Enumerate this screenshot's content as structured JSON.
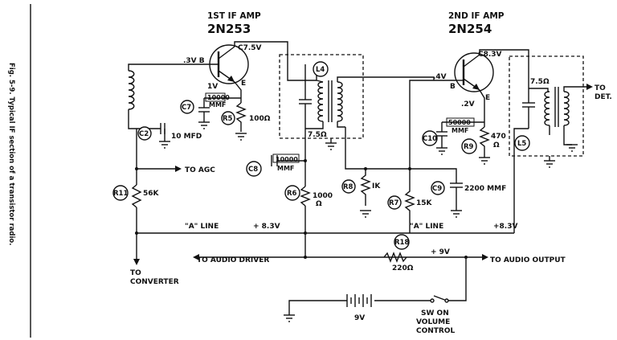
{
  "figure": {
    "caption": "Fig. 5-9. Typical IF section of a transistor radio."
  },
  "stage1": {
    "title": "1ST IF AMP",
    "part": "2N253"
  },
  "stage2": {
    "title": "2ND IF AMP",
    "part": "2N254"
  },
  "voltages": {
    "q1_base": ".3V B",
    "q1_collector": "C7.5V",
    "q1_emitter": "1V",
    "q1_e": "E",
    "q2_collector": "C8.3V",
    "q2_base": ".4V",
    "q2_b": "B",
    "q2_emitter": ".2V",
    "q2_e": "E"
  },
  "components": {
    "c2": {
      "ref": "C2",
      "value": "10 MFD"
    },
    "c7": {
      "ref": "C7",
      "value1": "10000",
      "value2": "MMF"
    },
    "r5": {
      "ref": "R5",
      "value": "100Ω"
    },
    "l4": {
      "ref": "L4",
      "value": "7.5Ω"
    },
    "c8": {
      "ref": "C8",
      "value1": "10000",
      "value2": "MMF"
    },
    "r6": {
      "ref": "R6",
      "value1": "1000",
      "value2": "Ω"
    },
    "r11": {
      "ref": "R11",
      "value": "56K"
    },
    "r8": {
      "ref": "R8",
      "value": "IK"
    },
    "r7": {
      "ref": "R7",
      "value": "15K"
    },
    "c9": {
      "ref": "C9",
      "value": "2200 MMF"
    },
    "c10": {
      "ref": "C10",
      "value1": "50000",
      "value2": "MMF"
    },
    "r9": {
      "ref": "R9",
      "value1": "470",
      "value2": "Ω"
    },
    "l5": {
      "ref": "L5",
      "value": "7.5Ω"
    },
    "r18": {
      "ref": "R18",
      "value": "220Ω"
    }
  },
  "labels": {
    "to_agc": "TO AGC",
    "a_line_1": "\"A\" LINE",
    "v_line_1": "+ 8.3V",
    "a_line_2": "\"A\" LINE",
    "v_line_2": "+8.3V",
    "to_converter_1": "TO",
    "to_converter_2": "CONVERTER",
    "to_audio_driver": "TO AUDIO DRIVER",
    "plus_9v": "+ 9V",
    "to_audio_output": "TO AUDIO OUTPUT",
    "to_det_1": "TO",
    "to_det_2": "DET.",
    "battery": "9V",
    "sw_1": "SW ON",
    "sw_2": "VOLUME",
    "sw_3": "CONTROL"
  }
}
